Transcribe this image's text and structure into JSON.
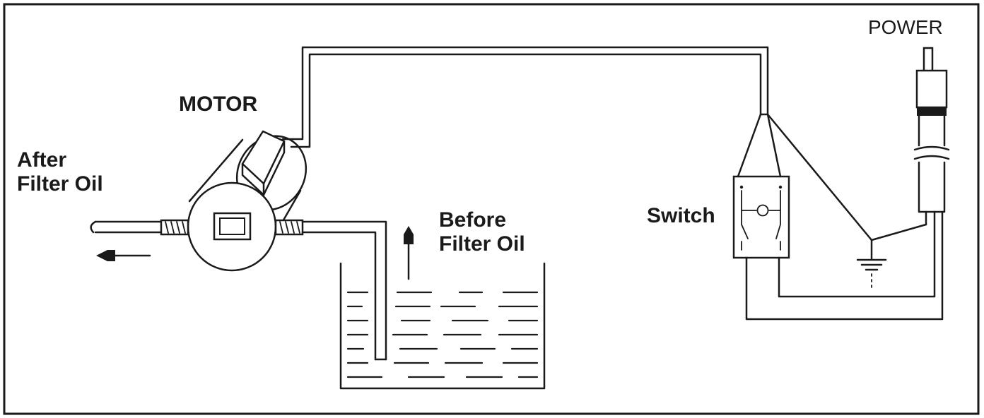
{
  "diagram": {
    "labels": {
      "power": "POWER",
      "motor": "MOTOR",
      "after_filter_line1": "After",
      "after_filter_line2": "Filter Oil",
      "before_filter_line1": "Before",
      "before_filter_line2": "Filter Oil",
      "switch": "Switch"
    }
  }
}
